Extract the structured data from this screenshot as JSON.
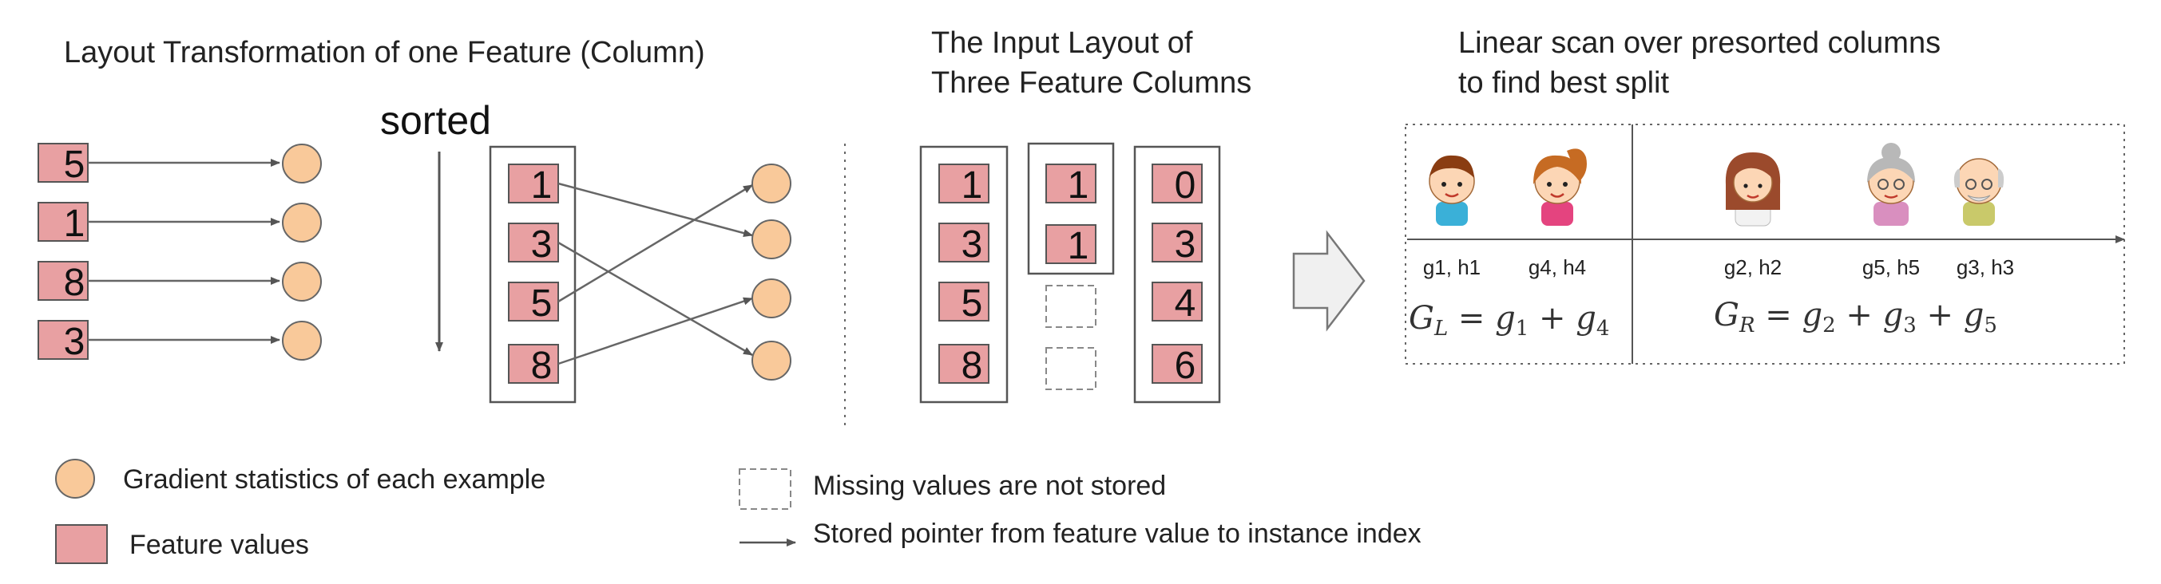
{
  "panels": {
    "left": {
      "title": "Layout Transformation of one Feature (Column)",
      "sorted_label": "sorted",
      "unsorted_values": [
        "5",
        "1",
        "8",
        "3"
      ],
      "sorted_values": [
        "1",
        "3",
        "5",
        "8"
      ]
    },
    "middle": {
      "title_line1": "The Input Layout of",
      "title_line2": "Three Feature Columns",
      "col1": [
        "1",
        "3",
        "5",
        "8"
      ],
      "col2": [
        "1",
        "1"
      ],
      "col3": [
        "0",
        "3",
        "4",
        "6"
      ]
    },
    "right": {
      "title_line1": "Linear scan over presorted columns",
      "title_line2": "to find best split",
      "stat_labels": [
        "g1, h1",
        "g4, h4",
        "g2, h2",
        "g5, h5",
        "g3, h3"
      ],
      "formula_left": {
        "G": "G",
        "sub": "L",
        "rhs": [
          [
            "g",
            "1"
          ],
          [
            "g",
            "4"
          ]
        ]
      },
      "formula_right": {
        "G": "G",
        "sub": "R",
        "rhs": [
          [
            "g",
            "2"
          ],
          [
            "g",
            "3"
          ],
          [
            "g",
            "5"
          ]
        ]
      }
    }
  },
  "legend": {
    "gradient": "Gradient statistics of each example",
    "feature": "Feature values",
    "missing": "Missing values are not stored",
    "pointer": "Stored pointer from feature value to instance index"
  },
  "colors": {
    "feature_fill": "#e8a0a2",
    "gradient_fill": "#f9c99a",
    "line": "#666666",
    "arrow_shape": "#f0f0f0"
  },
  "icons": [
    "boy-icon",
    "girl-icon",
    "woman-icon",
    "grandma-icon",
    "grandpa-icon"
  ]
}
